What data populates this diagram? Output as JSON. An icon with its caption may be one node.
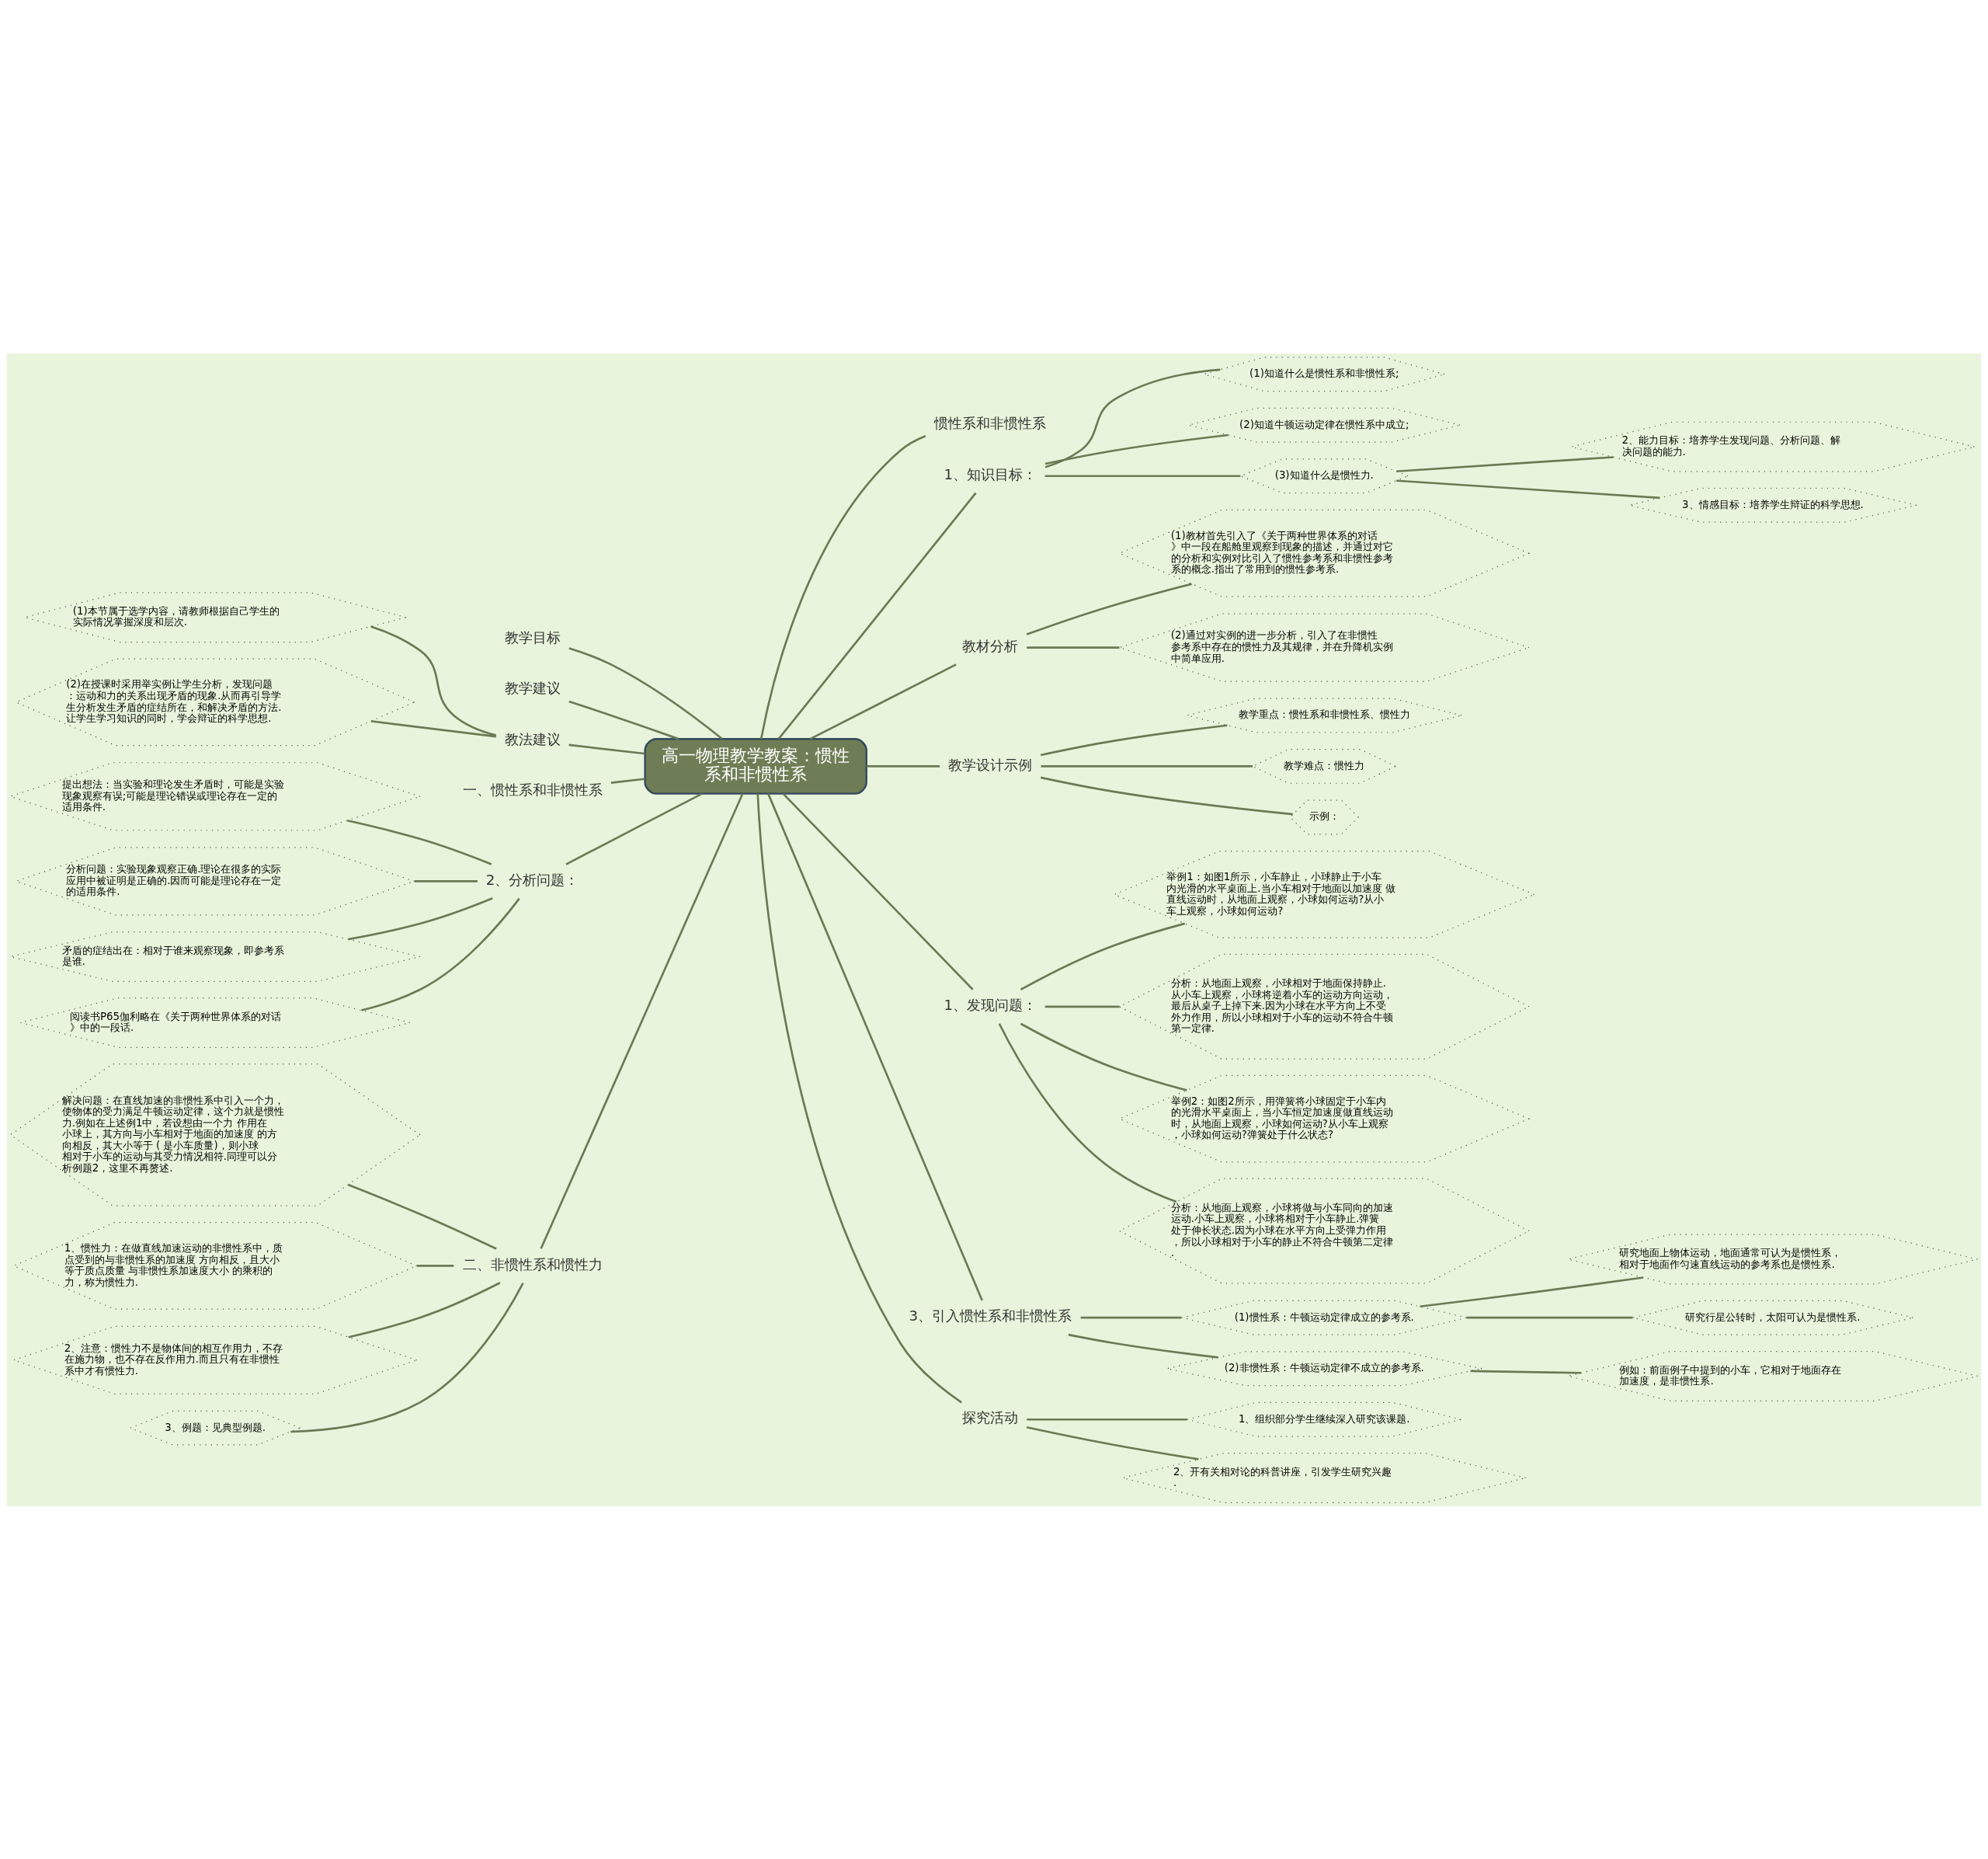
{
  "diagram": {
    "nodes": [
      {
        "text": [
          "高一物理教学教案：惯性系和非惯性系"
        ]
      },
      {
        "text": [
          "惯性系和非惯性系"
        ]
      },
      {
        "text": [
          "1、知识目标："
        ]
      },
      {
        "text": [
          "(1)知道什么是惯性系和非惯性系;"
        ]
      },
      {
        "text": [
          "(2)知道牛顿运动定律在惯性系中成立;"
        ]
      },
      {
        "text": [
          "(3)知道什么是惯性力."
        ]
      },
      {
        "text": [
          "2、能力目标：培养学生发现问题、分析问题、解决问题的能力."
        ]
      },
      {
        "text": [
          "3、情感目标：培养学生辩证的科学思想."
        ]
      },
      {
        "text": [
          "教材分析"
        ]
      },
      {
        "text": [
          "(1)教材首先引入了《关于两种世界体系的对话》中一段在船舱里观察到现象的描述，并通过对它的分析和实例对比引入了惯性参考系和非惯性参考系的概念.指出了常用到的惯性参考系."
        ]
      },
      {
        "text": [
          "(2)通过对实例的进一步分析，引入了在非惯性参考系中存在的惯性力及其规律，并在升降机实例中简单应用."
        ]
      },
      {
        "text": [
          "教学设计示例"
        ]
      },
      {
        "text": [
          "教学重点：惯性系和非惯性系、惯性力"
        ]
      },
      {
        "text": [
          "教学难点：惯性力"
        ]
      },
      {
        "text": [
          "示例："
        ]
      },
      {
        "text": [
          "1、发现问题："
        ]
      },
      {
        "text": [
          "举例1：如图1所示，小车静止，小球静止于小车内光滑的水平桌面上.当小车相对于地面以加速度 做直线运动时，从地面上观察，小球如何运动?从小车上观察，小球如何运动?"
        ]
      },
      {
        "text": [
          "分析：从地面上观察，小球相对于地面保持静止.从小车上观察，小球将逆着小车的运动方向运动，最后从桌子上掉下来.因为小球在水平方向上不受外力作用，所以小球相对于小车的运动不符合牛顿第一定律."
        ]
      },
      {
        "text": [
          "举例2：如图2所示，用弹簧将小球固定于小车内的光滑水平桌面上，当小车恒定加速度做直线运动时，从地面上观察，小球如何运动?从小车上观察，小球如何运动?弹簧处于什么状态?"
        ]
      },
      {
        "text": [
          "分析：从地面上观察，小球将做与小车同向的加速运动.小车上观察，小球将相对于小车静止.弹簧处于伸长状态.因为小球在水平方向上受弹力作用，所以小球相对于小车的静止不符合牛顿第二定律."
        ]
      },
      {
        "text": [
          "3、引入惯性系和非惯性系"
        ]
      },
      {
        "text": [
          "(1)惯性系：牛顿运动定律成立的参考系."
        ]
      },
      {
        "text": [
          "研究地面上物体运动，地面通常可认为是惯性系，相对于地面作匀速直线运动的参考系也是惯性系."
        ]
      },
      {
        "text": [
          "研究行星公转时，太阳可认为是惯性系."
        ]
      },
      {
        "text": [
          "(2)非惯性系：牛顿运动定律不成立的参考系."
        ]
      },
      {
        "text": [
          "例如：前面例子中提到的小车，它相对于地面存在加速度，是非惯性系."
        ]
      },
      {
        "text": [
          "探究活动"
        ]
      },
      {
        "text": [
          "1、组织部分学生继续深入研究该课题."
        ]
      },
      {
        "text": [
          "2、开有关相对论的科普讲座，引发学生研究兴趣."
        ]
      },
      {
        "text": [
          "教学目标"
        ]
      },
      {
        "text": [
          "教学建议"
        ]
      },
      {
        "text": [
          "教法建议"
        ]
      },
      {
        "text": [
          "(1)本节属于选学内容，请教师根据自己学生的实际情况掌握深度和层次."
        ]
      },
      {
        "text": [
          "(2)在授课时采用举实例让学生分析，发现问题：运动和力的关系出现矛盾的现象.从而再引导学生分析发生矛盾的症结所在，和解决矛盾的方法.让学生学习知识的同时，学会辩证的科学思想."
        ]
      },
      {
        "text": [
          "一、惯性系和非惯性系"
        ]
      },
      {
        "text": [
          "2、分析问题："
        ]
      },
      {
        "text": [
          "提出想法：当实验和理论发生矛盾时，可能是实验现象观察有误;可能是理论错误或理论存在一定的适用条件."
        ]
      },
      {
        "text": [
          "分析问题：实验现象观察正确.理论在很多的实际应用中被证明是正确的.因而可能是理论存在一定的适用条件."
        ]
      },
      {
        "text": [
          "矛盾的症结出在：相对于谁来观察现象，即参考系是谁."
        ]
      },
      {
        "text": [
          "阅读书P65伽利略在《关于两种世界体系的对话》中的一段话."
        ]
      },
      {
        "text": [
          "二、非惯性系和惯性力"
        ]
      },
      {
        "text": [
          "解决问题：在直线加速的非惯性系中引入一个力，使物体的受力满足牛顿运动定律，这个力就是惯性力.例如在上述例1中，若设想由一个力 作用在小球上，其方向与小车相对于地面的加速度 的方向相反，其大小等于 ( 是小车质量)，则小球相对于小车的运动与其受力情况相符.同理可以分析例题2，这里不再赘述."
        ]
      },
      {
        "text": [
          "1、惯性力：在做直线加速运动的非惯性系中，质点受到的与非惯性系的加速度 方向相反，且大小等于质点质量 与非惯性系加速度大小 的乘积的力，称为惯性力."
        ]
      },
      {
        "text": [
          "2、注意：惯性力不是物体间的相互作用力，不存在施力物，也不存在反作用力.而且只有在非惯性系中才有惯性力."
        ]
      },
      {
        "text": [
          "3、例题：见典型例题."
        ]
      }
    ],
    "edges": [
      {
        "from": 0,
        "to": 1,
        "arrow": "none"
      },
      {
        "from": 0,
        "to": 2,
        "arrow": "none"
      },
      {
        "from": 2,
        "to": 3,
        "arrow": "none"
      },
      {
        "from": 2,
        "to": 4,
        "arrow": "none"
      },
      {
        "from": 2,
        "to": 5,
        "arrow": "none"
      },
      {
        "from": 5,
        "to": 6,
        "arrow": "none"
      },
      {
        "from": 5,
        "to": 7,
        "arrow": "none"
      },
      {
        "from": 0,
        "to": 8,
        "arrow": "none"
      },
      {
        "from": 8,
        "to": 9,
        "arrow": "none"
      },
      {
        "from": 8,
        "to": 10,
        "arrow": "none"
      },
      {
        "from": 0,
        "to": 11,
        "arrow": "none"
      },
      {
        "from": 11,
        "to": 12,
        "arrow": "none"
      },
      {
        "from": 11,
        "to": 13,
        "arrow": "none"
      },
      {
        "from": 11,
        "to": 14,
        "arrow": "none"
      },
      {
        "from": 0,
        "to": 15,
        "arrow": "none"
      },
      {
        "from": 15,
        "to": 16,
        "arrow": "none"
      },
      {
        "from": 15,
        "to": 17,
        "arrow": "none"
      },
      {
        "from": 15,
        "to": 18,
        "arrow": "none"
      },
      {
        "from": 15,
        "to": 19,
        "arrow": "none"
      },
      {
        "from": 0,
        "to": 20,
        "arrow": "none"
      },
      {
        "from": 20,
        "to": 21,
        "arrow": "none"
      },
      {
        "from": 21,
        "to": 22,
        "arrow": "none"
      },
      {
        "from": 21,
        "to": 23,
        "arrow": "none"
      },
      {
        "from": 20,
        "to": 24,
        "arrow": "none"
      },
      {
        "from": 24,
        "to": 25,
        "arrow": "none"
      },
      {
        "from": 0,
        "to": 26,
        "arrow": "none"
      },
      {
        "from": 26,
        "to": 27,
        "arrow": "none"
      },
      {
        "from": 26,
        "to": 28,
        "arrow": "none"
      },
      {
        "from": 0,
        "to": 29,
        "arrow": "none"
      },
      {
        "from": 0,
        "to": 30,
        "arrow": "none"
      },
      {
        "from": 0,
        "to": 31,
        "arrow": "none"
      },
      {
        "from": 31,
        "to": 32,
        "arrow": "none"
      },
      {
        "from": 31,
        "to": 33,
        "arrow": "none"
      },
      {
        "from": 0,
        "to": 34,
        "arrow": "none"
      },
      {
        "from": 0,
        "to": 35,
        "arrow": "none"
      },
      {
        "from": 35,
        "to": 36,
        "arrow": "none"
      },
      {
        "from": 35,
        "to": 37,
        "arrow": "none"
      },
      {
        "from": 35,
        "to": 38,
        "arrow": "none"
      },
      {
        "from": 35,
        "to": 39,
        "arrow": "none"
      },
      {
        "from": 0,
        "to": 40,
        "arrow": "none"
      },
      {
        "from": 40,
        "to": 41,
        "arrow": "none"
      },
      {
        "from": 40,
        "to": 42,
        "arrow": "none"
      },
      {
        "from": 40,
        "to": 43,
        "arrow": "none"
      },
      {
        "from": 40,
        "to": 44,
        "arrow": "none"
      }
    ]
  }
}
